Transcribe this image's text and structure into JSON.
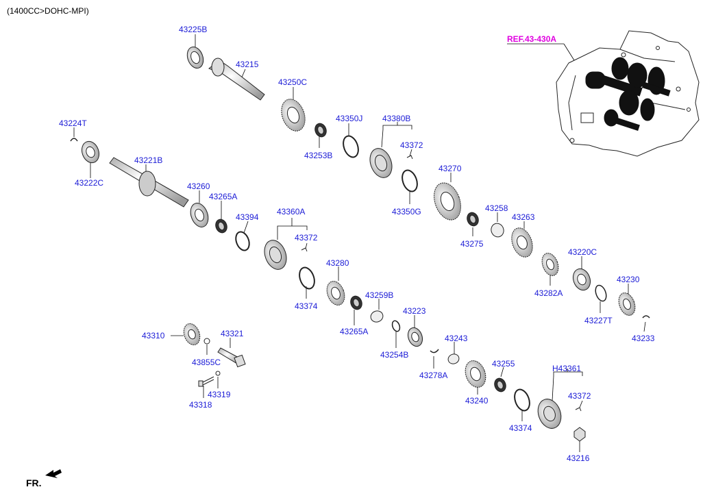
{
  "header": "(1400CC>DOHC-MPI)",
  "reference_label": "REF.43-430A",
  "front_indicator": "FR.",
  "parts": {
    "p43225B": "43225B",
    "p43215": "43215",
    "p43250C": "43250C",
    "p43224T": "43224T",
    "p43350J": "43350J",
    "p43380B": "43380B",
    "p43372a": "43372",
    "p43253B": "43253B",
    "p43221B": "43221B",
    "p43222C": "43222C",
    "p43270": "43270",
    "p43350G": "43350G",
    "p43260": "43260",
    "p43265A": "43265A",
    "p43258": "43258",
    "p43263": "43263",
    "p43394": "43394",
    "p43360A": "43360A",
    "p43372b": "43372",
    "p43275": "43275",
    "p43220C": "43220C",
    "p43280": "43280",
    "p43374a": "43374",
    "p43282A": "43282A",
    "p43230": "43230",
    "p43259B": "43259B",
    "p43227T": "43227T",
    "p43223": "43223",
    "p43265A2": "43265A",
    "p43233": "43233",
    "p43310": "43310",
    "p43321": "43321",
    "p43243": "43243",
    "p43254B": "43254B",
    "p43855C": "43855C",
    "p43278A": "43278A",
    "p43255": "43255",
    "pH43361": "H43361",
    "p43319": "43319",
    "p43318": "43318",
    "p43240": "43240",
    "p43372c": "43372",
    "p43374b": "43374",
    "p43216": "43216"
  },
  "colors": {
    "label": "#1a1ad6",
    "reference": "#e000e0",
    "line": "#000000"
  }
}
